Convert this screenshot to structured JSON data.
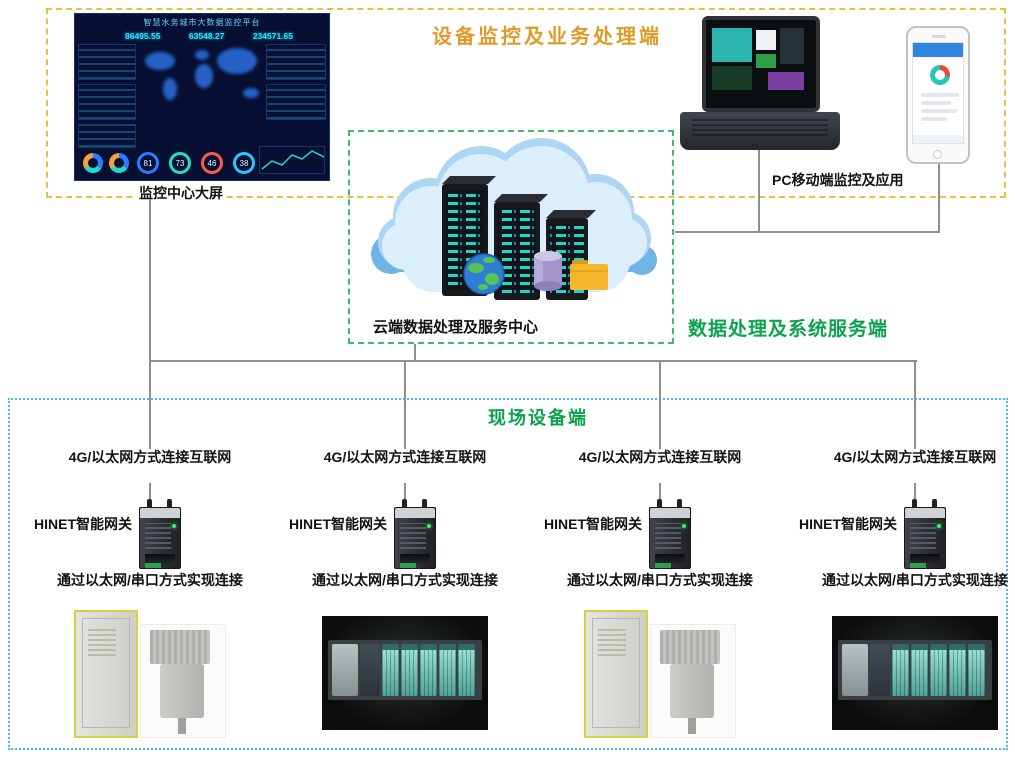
{
  "top": {
    "title": "设备监控及业务处理端",
    "dashboard_label": "监控中心大屏",
    "pc_mobile_label": "PC移动端监控及应用"
  },
  "cloud": {
    "caption": "云端数据处理及服务中心",
    "side_label": "数据处理及系统服务端"
  },
  "field": {
    "title": "现场设备端",
    "columns": [
      {
        "internet": "4G/以太网方式连接互联网",
        "gateway": "HINET智能网关",
        "connection": "通过以太网/串口方式实现连接",
        "device_type": "cabinet"
      },
      {
        "internet": "4G/以太网方式连接互联网",
        "gateway": "HINET智能网关",
        "connection": "通过以太网/串口方式实现连接",
        "device_type": "plc"
      },
      {
        "internet": "4G/以太网方式连接互联网",
        "gateway": "HINET智能网关",
        "connection": "通过以太网/串口方式实现连接",
        "device_type": "cabinet"
      },
      {
        "internet": "4G/以太网方式连接互联网",
        "gateway": "HINET智能网关",
        "connection": "通过以太网/串口方式实现连接",
        "device_type": "plc"
      }
    ]
  },
  "dashboard_screen": {
    "title": "智慧水务城市大数据监控平台",
    "stats": [
      "86495.55",
      "63548.27",
      "234571.65"
    ],
    "gauges": [
      "81",
      "73",
      "46",
      "38"
    ]
  },
  "colors": {
    "top_border": "#e6c33c",
    "top_title": "#e09a28",
    "cloud_border": "#3dbb6e",
    "green_text": "#0ca24e",
    "field_border": "#3fc1f3",
    "connector_line": "#8f8f8f"
  }
}
